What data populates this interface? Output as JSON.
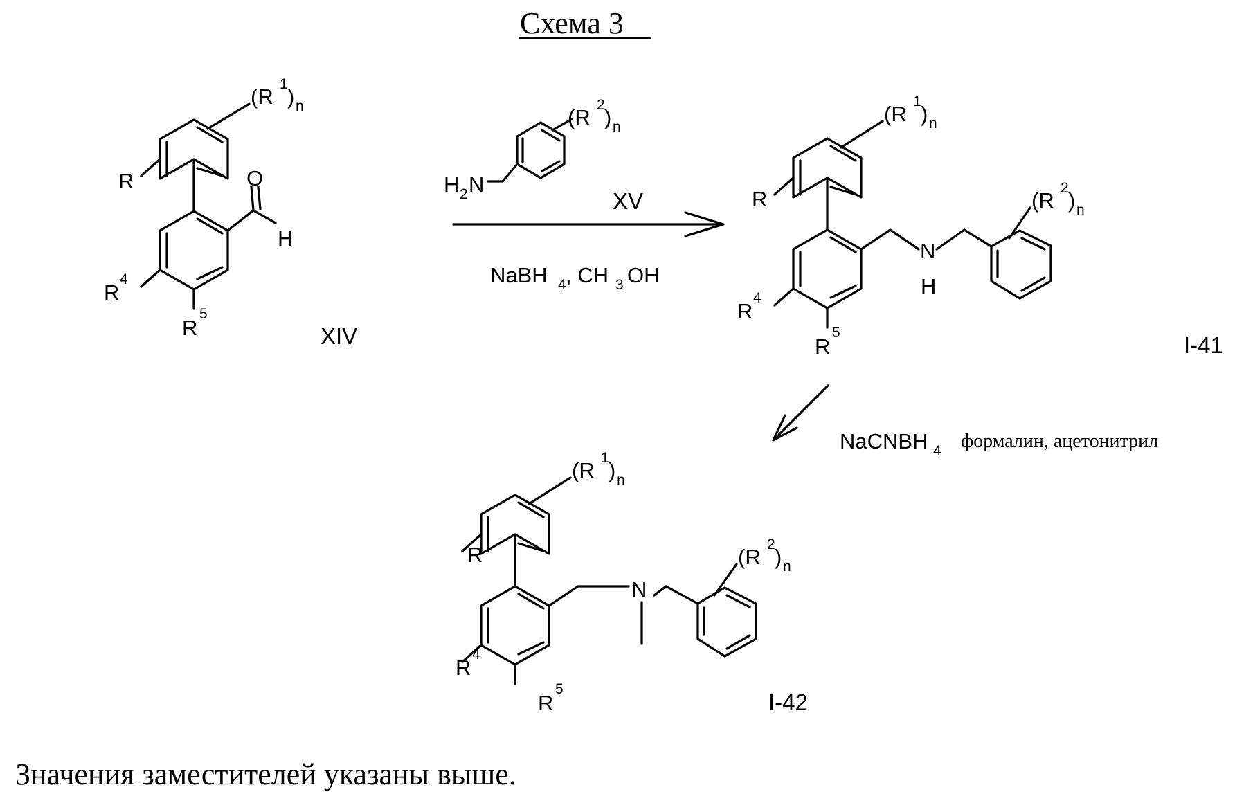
{
  "title": "Схема 3",
  "compounds": {
    "start": "XIV",
    "intermediate": "I-41",
    "product": "I-42"
  },
  "atoms": {
    "r": "R",
    "r4": "R",
    "r4_sup": "4",
    "r5": "R",
    "r5_sup": "5",
    "r1_open": "(R",
    "r1_sup": "1",
    "r1_close": ")",
    "r1_n": "n",
    "r2_open": "(R",
    "r2_sup": "2",
    "r2_close": ")",
    "r2_n": "n",
    "oxygen": "O",
    "hydrogen": "H",
    "nitrogen": "N",
    "amine_h": "H"
  },
  "reagents": {
    "amine_h2n": "H",
    "amine_h2n_sub": "2",
    "amine_n": "N",
    "amine_label": "XV",
    "step1_na": "NaBH",
    "step1_na_sub": "4",
    "step1_sep": ", CH",
    "step1_ch_sub": "3",
    "step1_oh": "OH",
    "step2_na": "NaCNBH",
    "step2_na_sub": "4",
    "step2_rest": "формалин, ацетонитрил"
  },
  "footer": "Значения заместителей указаны выше."
}
